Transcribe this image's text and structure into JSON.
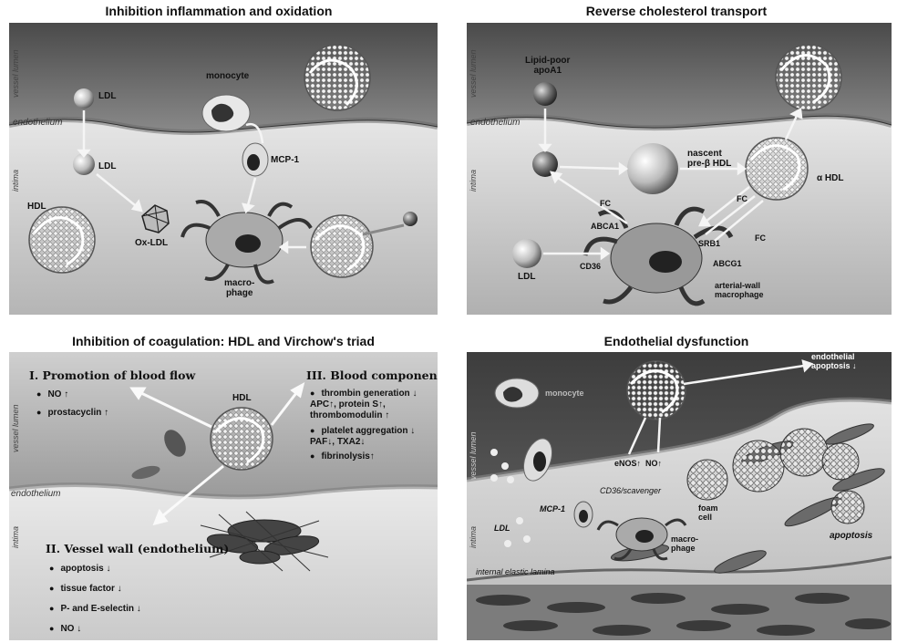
{
  "panels": {
    "tl": {
      "title": "Inhibition inflammation and oxidation",
      "sides": {
        "lumen": "vessel lumen",
        "intima": "intima"
      },
      "tissue": {
        "endothelium": "endothelium"
      },
      "labels": {
        "monocyte": "monocyte",
        "ldl1": "LDL",
        "ldl2": "LDL",
        "mcp": "MCP-1",
        "hdl": "HDL",
        "oxldl": "Ox-LDL",
        "macrophage": "macro-\nphage"
      }
    },
    "tr": {
      "title": "Reverse cholesterol transport",
      "sides": {
        "lumen": "vessel lumen",
        "intima": "intima"
      },
      "tissue": {
        "endothelium": "endothelium"
      },
      "labels": {
        "apoa1": "Lipid-poor\napoA1",
        "nascent": "nascent\npre-β HDL",
        "alpha": "α HDL",
        "fc1": "FC",
        "fc2": "FC",
        "fc3": "FC",
        "abca1": "ABCA1",
        "srb1": "SRB1",
        "abcg1": "ABCG1",
        "cd36": "CD36",
        "ldl": "LDL",
        "macrophage": "arterial-wall\nmacrophage"
      }
    },
    "bl": {
      "title": "Inhibition of coagulation: HDL and Virchow's triad",
      "sides": {
        "lumen": "vessel lumen",
        "intima": "intima"
      },
      "tissue": {
        "endothelium": "endothelium"
      },
      "hdl": "HDL",
      "flow": {
        "heading": "I. Promotion of blood flow",
        "items": [
          "NO ↑",
          "prostacyclin ↑"
        ]
      },
      "blood": {
        "heading": "III. Blood components",
        "items": [
          "thrombin generation ↓\nAPC↑, protein S↑,\nthrombomodulin ↑",
          "platelet aggregation ↓\nPAF↓, TXA2↓",
          "fibrinolysis↑"
        ]
      },
      "wall": {
        "heading": "II. Vessel wall (endothelium)",
        "items": [
          "apoptosis ↓",
          "tissue factor ↓",
          "P- and E-selectin ↓",
          "NO ↓"
        ]
      }
    },
    "br": {
      "title": "Endothelial dysfunction",
      "sides": {
        "lumen": "vessel lumen",
        "intima": "intima"
      },
      "labels": {
        "monocyte": "monocyte",
        "apoptosis_top": "endothelial\napoptosis ↓",
        "enos": "eNOS↑  NO↑",
        "cd": "CD36/scavenger",
        "mcp": "MCP-1",
        "ldl": "LDL",
        "macrophage": "macro-\nphage",
        "foam": "foam\ncell",
        "apoptosis": "apoptosis",
        "iel": "internal elastic lamina"
      }
    }
  }
}
